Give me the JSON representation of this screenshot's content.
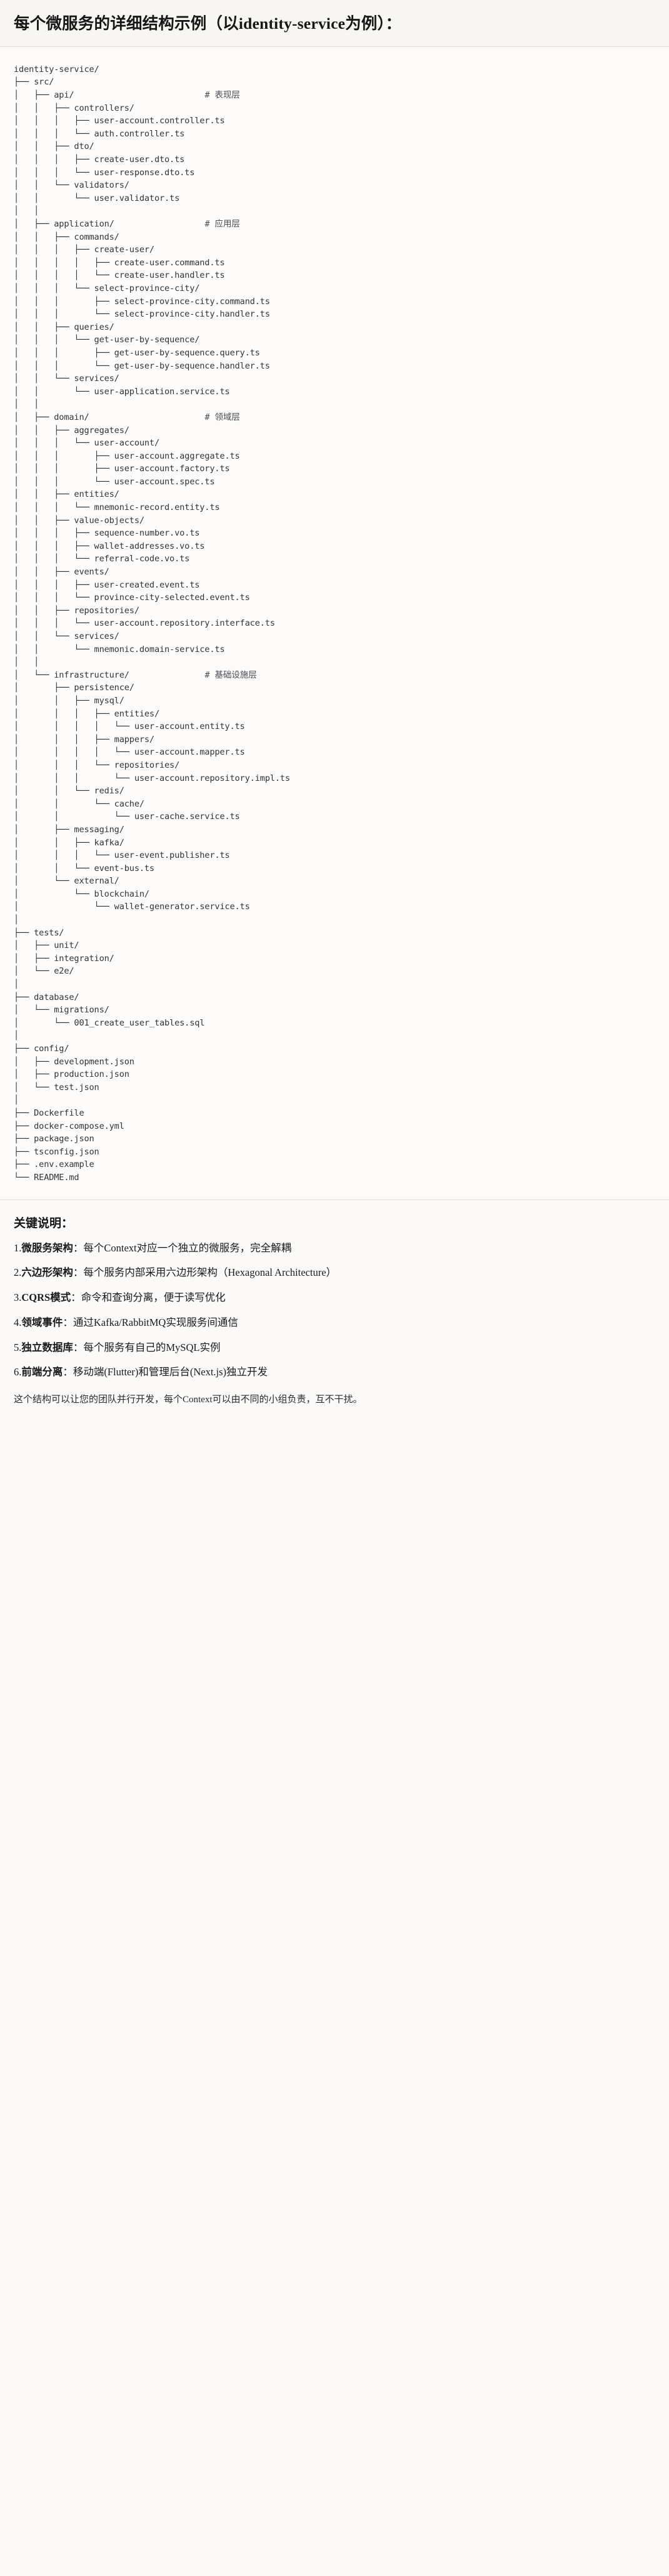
{
  "heading": {
    "title": "每个微服务的详细结构示例（以identity-service为例）："
  },
  "tree": {
    "root_label": "identity-service/",
    "lines": [
      "identity-service/",
      "├── src/",
      "│   ├── api/                          # 表现层",
      "│   │   ├── controllers/",
      "│   │   │   ├── user-account.controller.ts",
      "│   │   │   └── auth.controller.ts",
      "│   │   ├── dto/",
      "│   │   │   ├── create-user.dto.ts",
      "│   │   │   └── user-response.dto.ts",
      "│   │   └── validators/",
      "│   │       └── user.validator.ts",
      "│   │",
      "│   ├── application/                  # 应用层",
      "│   │   ├── commands/",
      "│   │   │   ├── create-user/",
      "│   │   │   │   ├── create-user.command.ts",
      "│   │   │   │   └── create-user.handler.ts",
      "│   │   │   └── select-province-city/",
      "│   │   │       ├── select-province-city.command.ts",
      "│   │   │       └── select-province-city.handler.ts",
      "│   │   ├── queries/",
      "│   │   │   └── get-user-by-sequence/",
      "│   │   │       ├── get-user-by-sequence.query.ts",
      "│   │   │       └── get-user-by-sequence.handler.ts",
      "│   │   └── services/",
      "│   │       └── user-application.service.ts",
      "│   │",
      "│   ├── domain/                       # 领域层",
      "│   │   ├── aggregates/",
      "│   │   │   └── user-account/",
      "│   │   │       ├── user-account.aggregate.ts",
      "│   │   │       ├── user-account.factory.ts",
      "│   │   │       └── user-account.spec.ts",
      "│   │   ├── entities/",
      "│   │   │   └── mnemonic-record.entity.ts",
      "│   │   ├── value-objects/",
      "│   │   │   ├── sequence-number.vo.ts",
      "│   │   │   ├── wallet-addresses.vo.ts",
      "│   │   │   └── referral-code.vo.ts",
      "│   │   ├── events/",
      "│   │   │   ├── user-created.event.ts",
      "│   │   │   └── province-city-selected.event.ts",
      "│   │   ├── repositories/",
      "│   │   │   └── user-account.repository.interface.ts",
      "│   │   └── services/",
      "│   │       └── mnemonic.domain-service.ts",
      "│   │",
      "│   └── infrastructure/               # 基础设施层",
      "│       ├── persistence/",
      "│       │   ├── mysql/",
      "│       │   │   ├── entities/",
      "│       │   │   │   └── user-account.entity.ts",
      "│       │   │   ├── mappers/",
      "│       │   │   │   └── user-account.mapper.ts",
      "│       │   │   └── repositories/",
      "│       │   │       └── user-account.repository.impl.ts",
      "│       │   └── redis/",
      "│       │       └── cache/",
      "│       │           └── user-cache.service.ts",
      "│       ├── messaging/",
      "│       │   ├── kafka/",
      "│       │   │   └── user-event.publisher.ts",
      "│       │   └── event-bus.ts",
      "│       └── external/",
      "│           └── blockchain/",
      "│               └── wallet-generator.service.ts",
      "│",
      "├── tests/",
      "│   ├── unit/",
      "│   ├── integration/",
      "│   └── e2e/",
      "│",
      "├── database/",
      "│   └── migrations/",
      "│       └── 001_create_user_tables.sql",
      "│",
      "├── config/",
      "│   ├── development.json",
      "│   ├── production.json",
      "│   └── test.json",
      "│",
      "├── Dockerfile",
      "├── docker-compose.yml",
      "├── package.json",
      "├── tsconfig.json",
      "├── .env.example",
      "└── README.md"
    ],
    "layer_comments": [
      {
        "path": "src/api/",
        "comment": "# 表现层"
      },
      {
        "path": "src/application/",
        "comment": "# 应用层"
      },
      {
        "path": "src/domain/",
        "comment": "# 领域层"
      },
      {
        "path": "src/infrastructure/",
        "comment": "# 基础设施层"
      }
    ]
  },
  "notes": {
    "title": "关键说明：",
    "items": [
      {
        "num": "1.",
        "label": "微服务架构",
        "text": "：每个Context对应一个独立的微服务，完全解耦"
      },
      {
        "num": "2.",
        "label": "六边形架构",
        "text": "：每个服务内部采用六边形架构（Hexagonal Architecture）"
      },
      {
        "num": "3.",
        "label": "CQRS模式",
        "text": "：命令和查询分离，便于读写优化"
      },
      {
        "num": "4.",
        "label": "领域事件",
        "text": "：通过Kafka/RabbitMQ实现服务间通信"
      },
      {
        "num": "5.",
        "label": "独立数据库",
        "text": "：每个服务有自己的MySQL实例"
      },
      {
        "num": "6.",
        "label": "前端分离",
        "text": "：移动端(Flutter)和管理后台(Next.js)独立开发"
      }
    ],
    "closing": "这个结构可以让您的团队并行开发，每个Context可以由不同的小组负责，互不干扰。"
  }
}
